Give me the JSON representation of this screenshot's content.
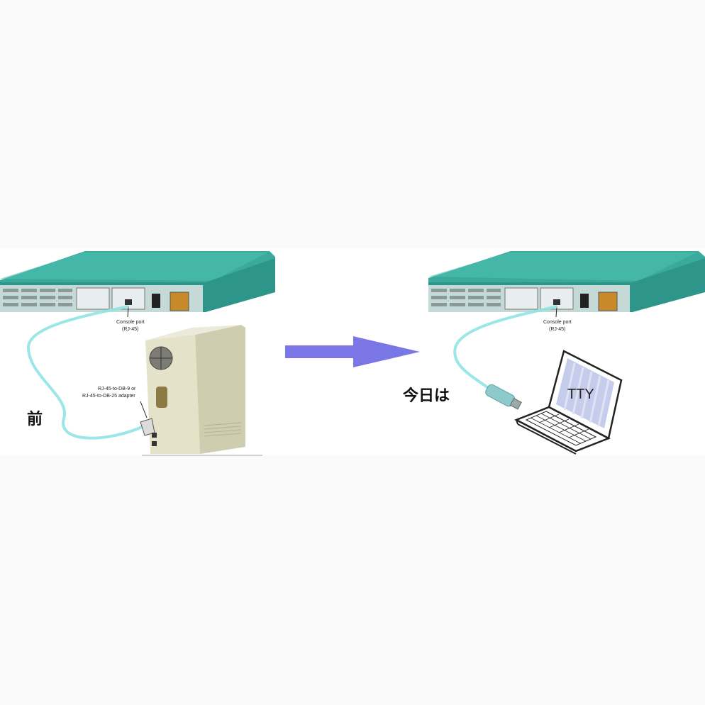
{
  "left_panel": {
    "console_port_label_line1": "Console port",
    "console_port_label_line2": "(RJ-45)",
    "adapter_label_line1": "RJ-45-to-DB-9 or",
    "adapter_label_line2": "RJ-45-to-DB-25 adapter",
    "caption": "前"
  },
  "right_panel": {
    "console_port_label_line1": "Console port",
    "console_port_label_line2": "(RJ-45)",
    "caption": "今日は",
    "screen_text": "TTY"
  },
  "colors": {
    "router_top": "#3aaa9c",
    "router_front": "#2e958a",
    "cable": "#8fe3e6",
    "arrow": "#7b76e6",
    "pc_case": "#e4e2c8"
  }
}
